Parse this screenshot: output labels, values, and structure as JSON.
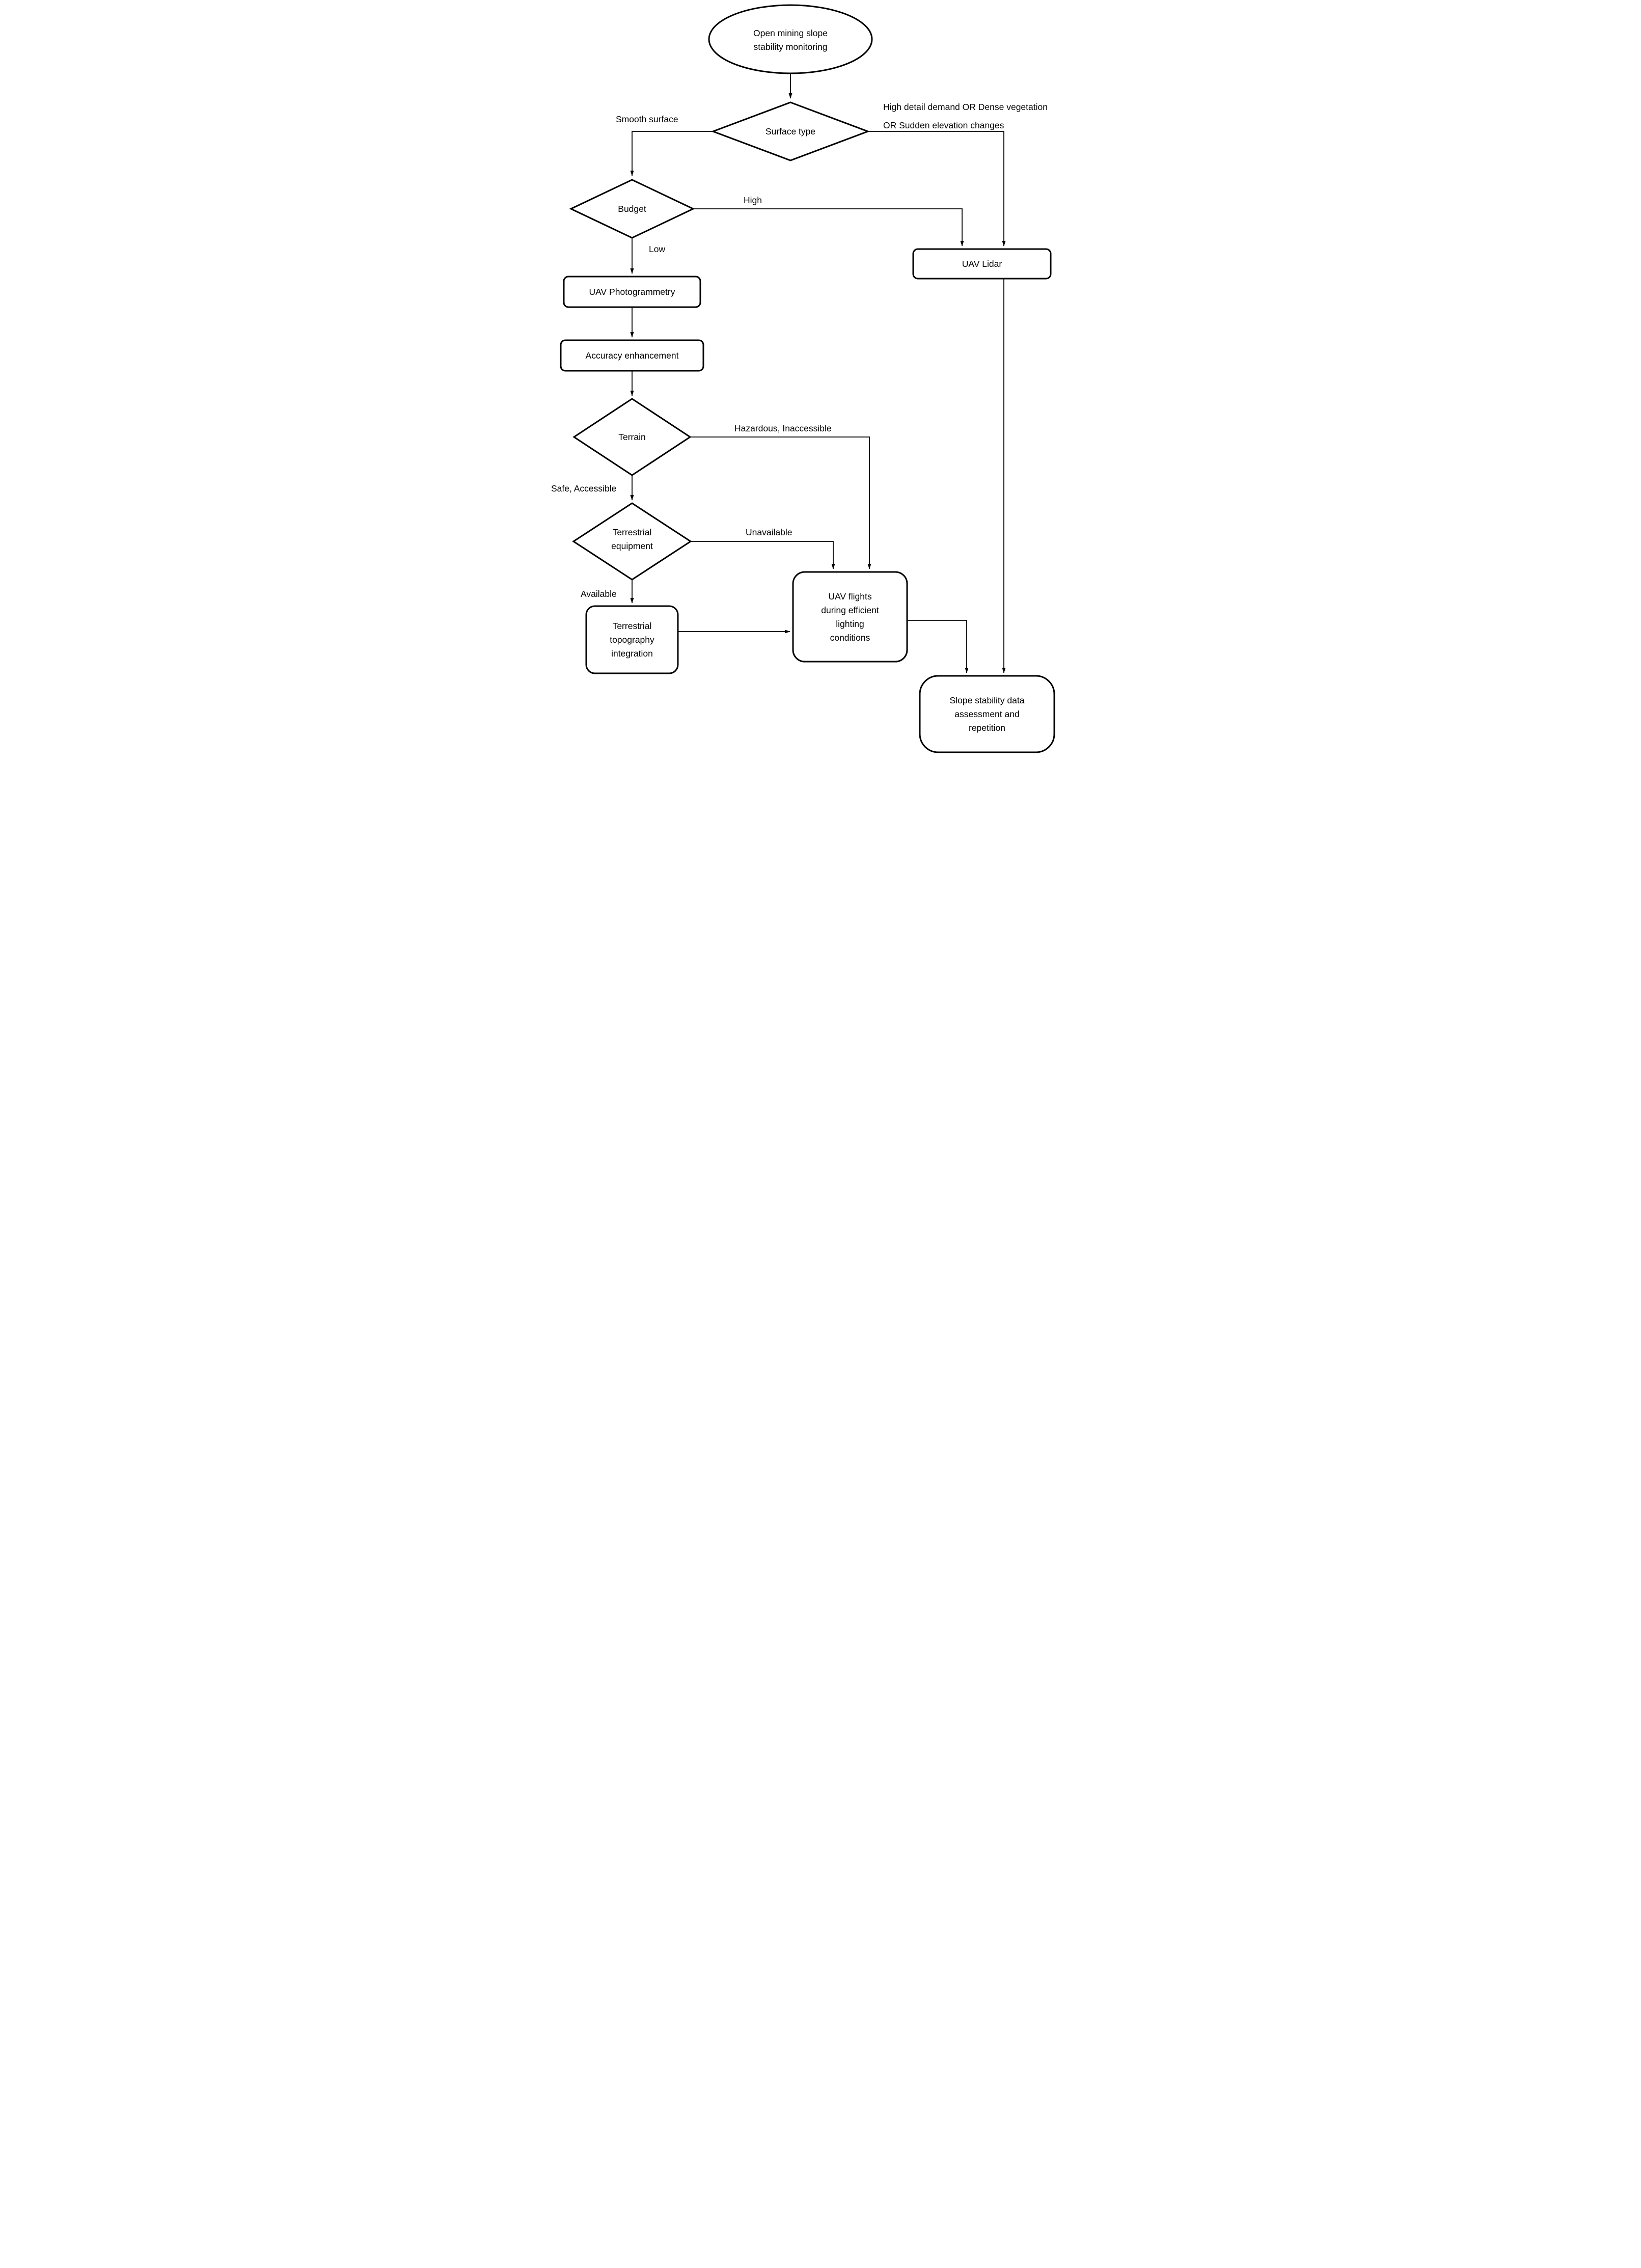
{
  "diagram": {
    "title": "Open mining slope stability monitoring decision flowchart",
    "colors": {
      "stroke": "#000000",
      "fill": "#ffffff",
      "text": "#000000"
    },
    "nodes": {
      "start": {
        "type": "ellipse",
        "lines": [
          "Open mining slope",
          "stability monitoring"
        ]
      },
      "surface_type": {
        "type": "decision",
        "label": "Surface type"
      },
      "budget": {
        "type": "decision",
        "label": "Budget"
      },
      "uav_lidar": {
        "type": "process",
        "label": "UAV Lidar"
      },
      "uav_photogrammetry": {
        "type": "process",
        "label": "UAV Photogrammetry"
      },
      "accuracy_enhancement": {
        "type": "process",
        "label": "Accuracy enhancement"
      },
      "terrain": {
        "type": "decision",
        "label": "Terrain"
      },
      "terrestrial_equipment": {
        "type": "decision",
        "lines": [
          "Terrestrial",
          "equipment"
        ]
      },
      "terrestrial_topography_integration": {
        "type": "process",
        "lines": [
          "Terrestrial",
          "topography",
          "integration"
        ]
      },
      "uav_flights": {
        "type": "process",
        "lines": [
          "UAV flights",
          "during efficient",
          "lighting",
          "conditions"
        ]
      },
      "slope_stability": {
        "type": "terminator",
        "lines": [
          "Slope stability data",
          "assessment and",
          "repetition"
        ]
      }
    },
    "edge_labels": {
      "smooth_surface": "Smooth surface",
      "high_detail_line1": "High detail demand OR Dense vegetation",
      "high_detail_line2": "OR Sudden elevation changes",
      "high": "High",
      "low": "Low",
      "hazardous": "Hazardous, Inaccessible",
      "safe": "Safe, Accessible",
      "unavailable": "Unavailable",
      "available": "Available"
    },
    "edges": [
      {
        "from": "start",
        "to": "surface_type",
        "label": ""
      },
      {
        "from": "surface_type",
        "to": "budget",
        "label": "Smooth surface"
      },
      {
        "from": "surface_type",
        "to": "uav_lidar",
        "label": "High detail demand OR Dense vegetation OR Sudden elevation changes"
      },
      {
        "from": "budget",
        "to": "uav_lidar",
        "label": "High"
      },
      {
        "from": "budget",
        "to": "uav_photogrammetry",
        "label": "Low"
      },
      {
        "from": "uav_photogrammetry",
        "to": "accuracy_enhancement",
        "label": ""
      },
      {
        "from": "accuracy_enhancement",
        "to": "terrain",
        "label": ""
      },
      {
        "from": "terrain",
        "to": "uav_flights",
        "label": "Hazardous, Inaccessible"
      },
      {
        "from": "terrain",
        "to": "terrestrial_equipment",
        "label": "Safe, Accessible"
      },
      {
        "from": "terrestrial_equipment",
        "to": "uav_flights",
        "label": "Unavailable"
      },
      {
        "from": "terrestrial_equipment",
        "to": "terrestrial_topography_integration",
        "label": "Available"
      },
      {
        "from": "terrestrial_topography_integration",
        "to": "uav_flights",
        "label": ""
      },
      {
        "from": "uav_flights",
        "to": "slope_stability",
        "label": ""
      },
      {
        "from": "uav_lidar",
        "to": "slope_stability",
        "label": ""
      }
    ]
  }
}
